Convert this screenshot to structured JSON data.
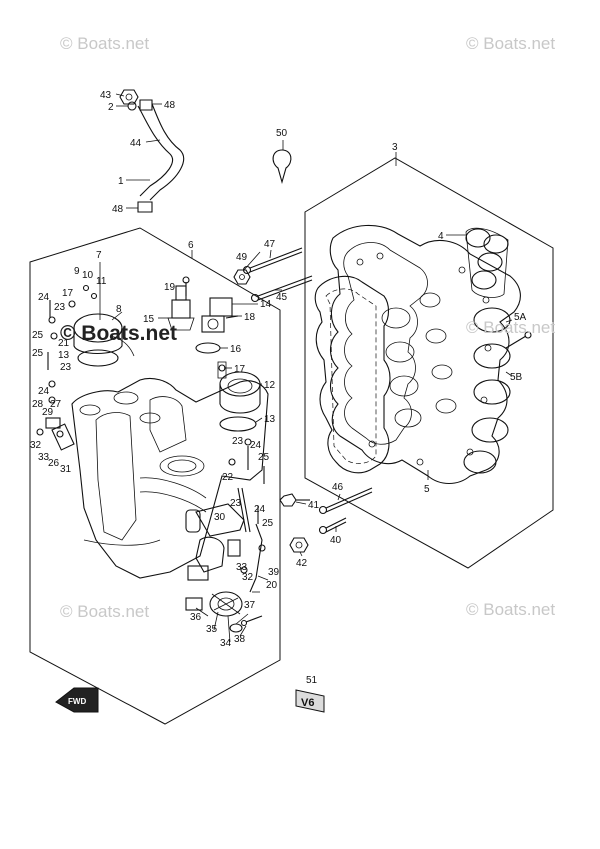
{
  "watermarks": {
    "top_left": "© Boats.net",
    "top_right": "© Boats.net",
    "mid_left": "© Boats.net",
    "mid_right": "© Boats.net",
    "bottom_left": "© Boats.net",
    "bottom_right": "© Boats.net"
  },
  "fwd_label": "FWD",
  "callouts": [
    {
      "id": "c43",
      "text": "43"
    },
    {
      "id": "c2",
      "text": "2"
    },
    {
      "id": "c48a",
      "text": "48"
    },
    {
      "id": "c44",
      "text": "44"
    },
    {
      "id": "c1",
      "text": "1"
    },
    {
      "id": "c48b",
      "text": "48"
    },
    {
      "id": "c50",
      "text": "50"
    },
    {
      "id": "c3",
      "text": "3"
    },
    {
      "id": "c4",
      "text": "4"
    },
    {
      "id": "c7",
      "text": "7"
    },
    {
      "id": "c6",
      "text": "6"
    },
    {
      "id": "c9",
      "text": "9"
    },
    {
      "id": "c10",
      "text": "10"
    },
    {
      "id": "c11",
      "text": "11"
    },
    {
      "id": "c17a",
      "text": "17"
    },
    {
      "id": "c8",
      "text": "8"
    },
    {
      "id": "c24a",
      "text": "24"
    },
    {
      "id": "c23a",
      "text": "23"
    },
    {
      "id": "c25a",
      "text": "25"
    },
    {
      "id": "c21",
      "text": "21"
    },
    {
      "id": "c13a",
      "text": "13"
    },
    {
      "id": "c25b",
      "text": "25"
    },
    {
      "id": "c23b",
      "text": "23"
    },
    {
      "id": "c24b",
      "text": "24"
    },
    {
      "id": "c28",
      "text": "28"
    },
    {
      "id": "c29",
      "text": "29"
    },
    {
      "id": "c27",
      "text": "27"
    },
    {
      "id": "c32a",
      "text": "32"
    },
    {
      "id": "c33a",
      "text": "33"
    },
    {
      "id": "c26",
      "text": "26"
    },
    {
      "id": "c31",
      "text": "31"
    },
    {
      "id": "c19",
      "text": "19"
    },
    {
      "id": "c14",
      "text": "14"
    },
    {
      "id": "c15",
      "text": "15"
    },
    {
      "id": "c18",
      "text": "18"
    },
    {
      "id": "c16",
      "text": "16"
    },
    {
      "id": "c17b",
      "text": "17"
    },
    {
      "id": "c12",
      "text": "12"
    },
    {
      "id": "c13b",
      "text": "13"
    },
    {
      "id": "c49",
      "text": "49"
    },
    {
      "id": "c47",
      "text": "47"
    },
    {
      "id": "c45",
      "text": "45"
    },
    {
      "id": "c5a",
      "text": "5A"
    },
    {
      "id": "c5b",
      "text": "5B"
    },
    {
      "id": "c5",
      "text": "5"
    },
    {
      "id": "c23c",
      "text": "23"
    },
    {
      "id": "c24c",
      "text": "24"
    },
    {
      "id": "c25c",
      "text": "25"
    },
    {
      "id": "c22",
      "text": "22"
    },
    {
      "id": "c23d",
      "text": "23"
    },
    {
      "id": "c41",
      "text": "41"
    },
    {
      "id": "c46",
      "text": "46"
    },
    {
      "id": "c30",
      "text": "30"
    },
    {
      "id": "c24d",
      "text": "24"
    },
    {
      "id": "c40",
      "text": "40"
    },
    {
      "id": "c25d",
      "text": "25"
    },
    {
      "id": "c33b",
      "text": "33"
    },
    {
      "id": "c32b",
      "text": "32"
    },
    {
      "id": "c42",
      "text": "42"
    },
    {
      "id": "c39",
      "text": "39"
    },
    {
      "id": "c20",
      "text": "20"
    },
    {
      "id": "c37",
      "text": "37"
    },
    {
      "id": "c36",
      "text": "36"
    },
    {
      "id": "c35",
      "text": "35"
    },
    {
      "id": "c38",
      "text": "38"
    },
    {
      "id": "c34",
      "text": "34"
    },
    {
      "id": "c51",
      "text": "51"
    }
  ],
  "badge_text": "V6"
}
